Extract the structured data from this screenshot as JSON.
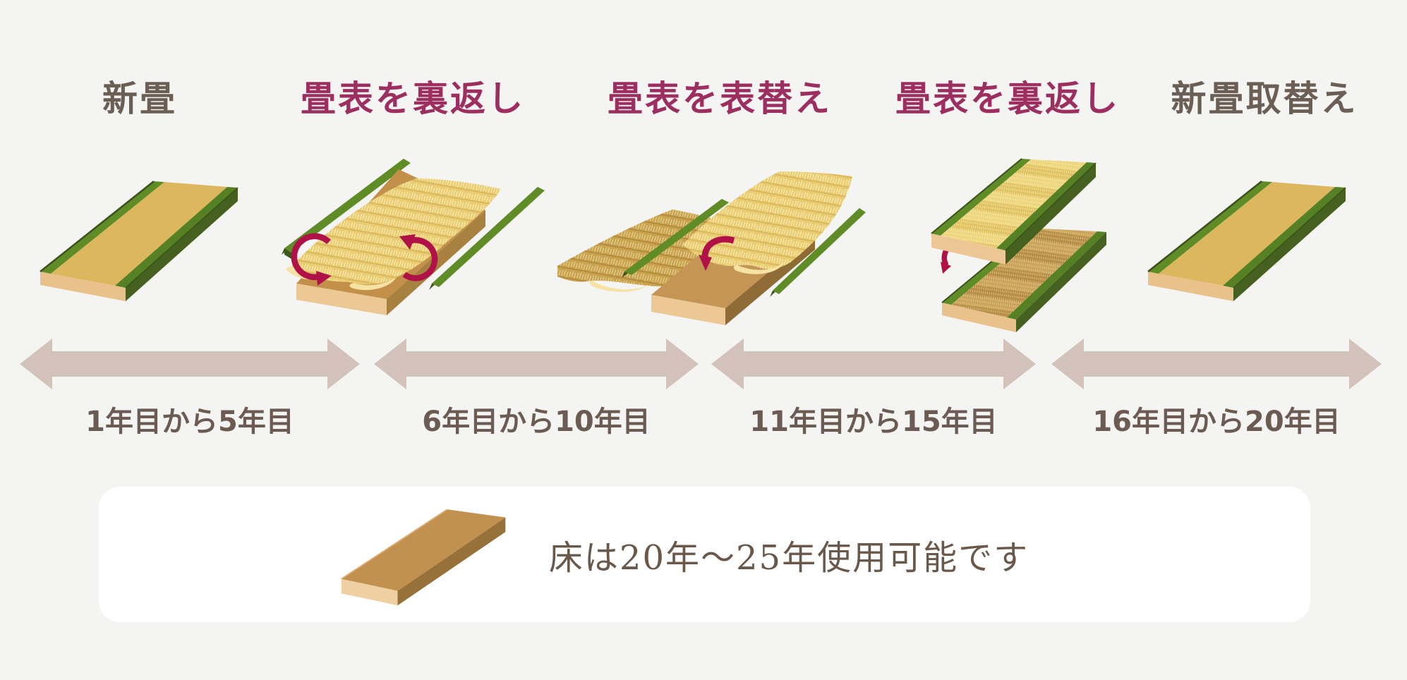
{
  "diagram": {
    "subject": "tatami-maintenance-timeline",
    "background": "#f4f4f3"
  },
  "stages": [
    {
      "label": "新畳",
      "label_color": "#6b5e54",
      "illustration": "new-tatami-illustration"
    },
    {
      "label": "畳表を裏返し",
      "label_color": "#9d2f60",
      "illustration": "flip-surface-illustration"
    },
    {
      "label": "畳表を表替え",
      "label_color": "#9d2f60",
      "illustration": "replace-surface-illustration"
    },
    {
      "label": "畳表を裏返し",
      "label_color": "#9d2f60",
      "illustration": "flip-stacked-mats-illustration"
    },
    {
      "label": "新畳取替え",
      "label_color": "#6b5e54",
      "illustration": "new-tatami-illustration"
    }
  ],
  "timeline": {
    "arrow_color": "#d3c2b9",
    "label_color": "#6b5b52",
    "periods": [
      "1年目から5年目",
      "6年目から10年目",
      "11年目から15年目",
      "16年目から20年目"
    ]
  },
  "note": {
    "text": "床は20年〜25年使用可能です",
    "text_color": "#6a594b",
    "background": "#ffffff",
    "icon": "tatami-base-plank-icon"
  },
  "palette": {
    "heri_green": "#5f8c26",
    "heri_green_dark": "#46601f",
    "tatami_gold": "#dcb75e",
    "goza_weave_gold": "#e9cc72",
    "goza_weave_old": "#c9a24d",
    "base_brown": "#c29048",
    "base_front_tan": "#ecc894",
    "accent_crimson": "#b01248"
  }
}
